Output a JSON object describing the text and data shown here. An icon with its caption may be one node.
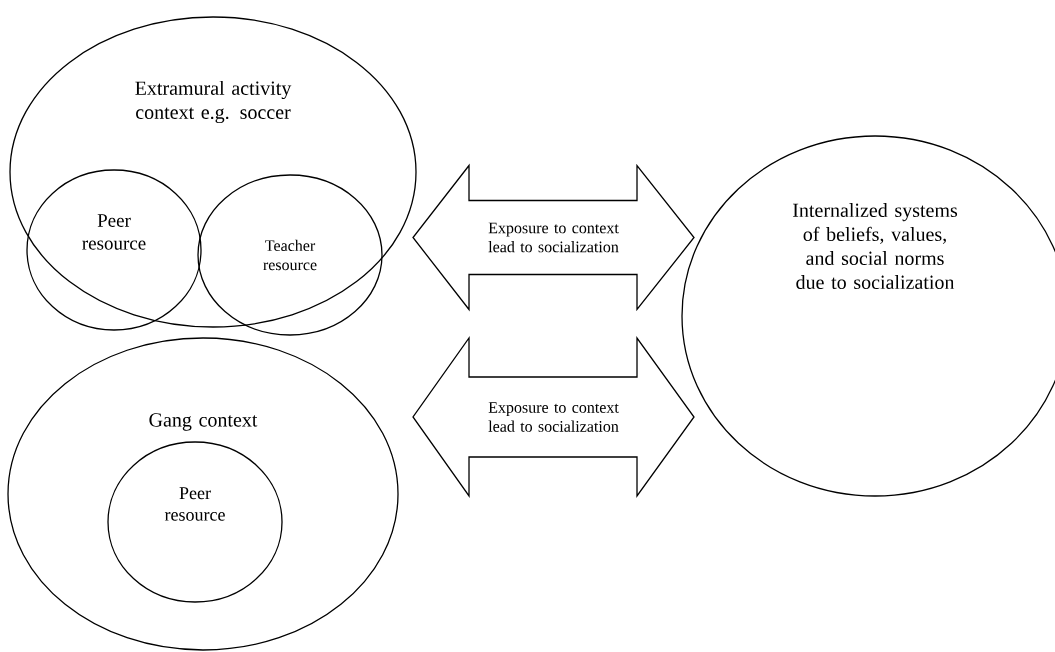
{
  "diagram": {
    "nodes": [
      {
        "text": [
          "Extramural activity context e.g. soccer"
        ]
      },
      {
        "text": [
          "Peer resource"
        ],
        "in": 0
      },
      {
        "text": [
          "Teacher resource"
        ],
        "in": 0
      },
      {
        "text": [
          "Gang context"
        ]
      },
      {
        "text": [
          "Peer resource"
        ],
        "in": 3
      },
      {
        "text": [
          "Internalized systems of beliefs, values, and social norms due to socialization"
        ]
      }
    ],
    "edges": [
      {
        "from": 0,
        "to": 5,
        "arrow": "both",
        "label": "Exposure to context lead to socialization"
      },
      {
        "from": 3,
        "to": 5,
        "arrow": "both",
        "label": "Exposure to context lead to socialization"
      }
    ]
  }
}
